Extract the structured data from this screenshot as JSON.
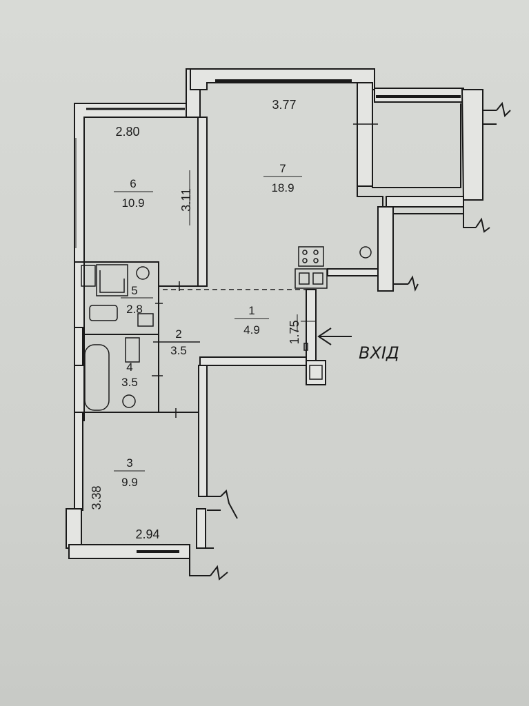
{
  "rooms": [
    {
      "number": "1",
      "area": "4.9"
    },
    {
      "number": "2",
      "area": "3.5"
    },
    {
      "number": "3",
      "area": "9.9"
    },
    {
      "number": "4",
      "area": "3.5"
    },
    {
      "number": "5",
      "area": "2.8"
    },
    {
      "number": "6",
      "area": "10.9"
    },
    {
      "number": "7",
      "area": "18.9"
    }
  ],
  "dimensions": {
    "room7_width": "3.77",
    "room6_width": "2.80",
    "room6_depth": "3.11",
    "hall_depth": "1.75",
    "room3_depth": "3.38",
    "room3_width": "2.94"
  },
  "entrance": {
    "label": "ВХІД"
  },
  "colors": {
    "wall": "#1a1a1a",
    "paper": "#d6d8d4"
  }
}
